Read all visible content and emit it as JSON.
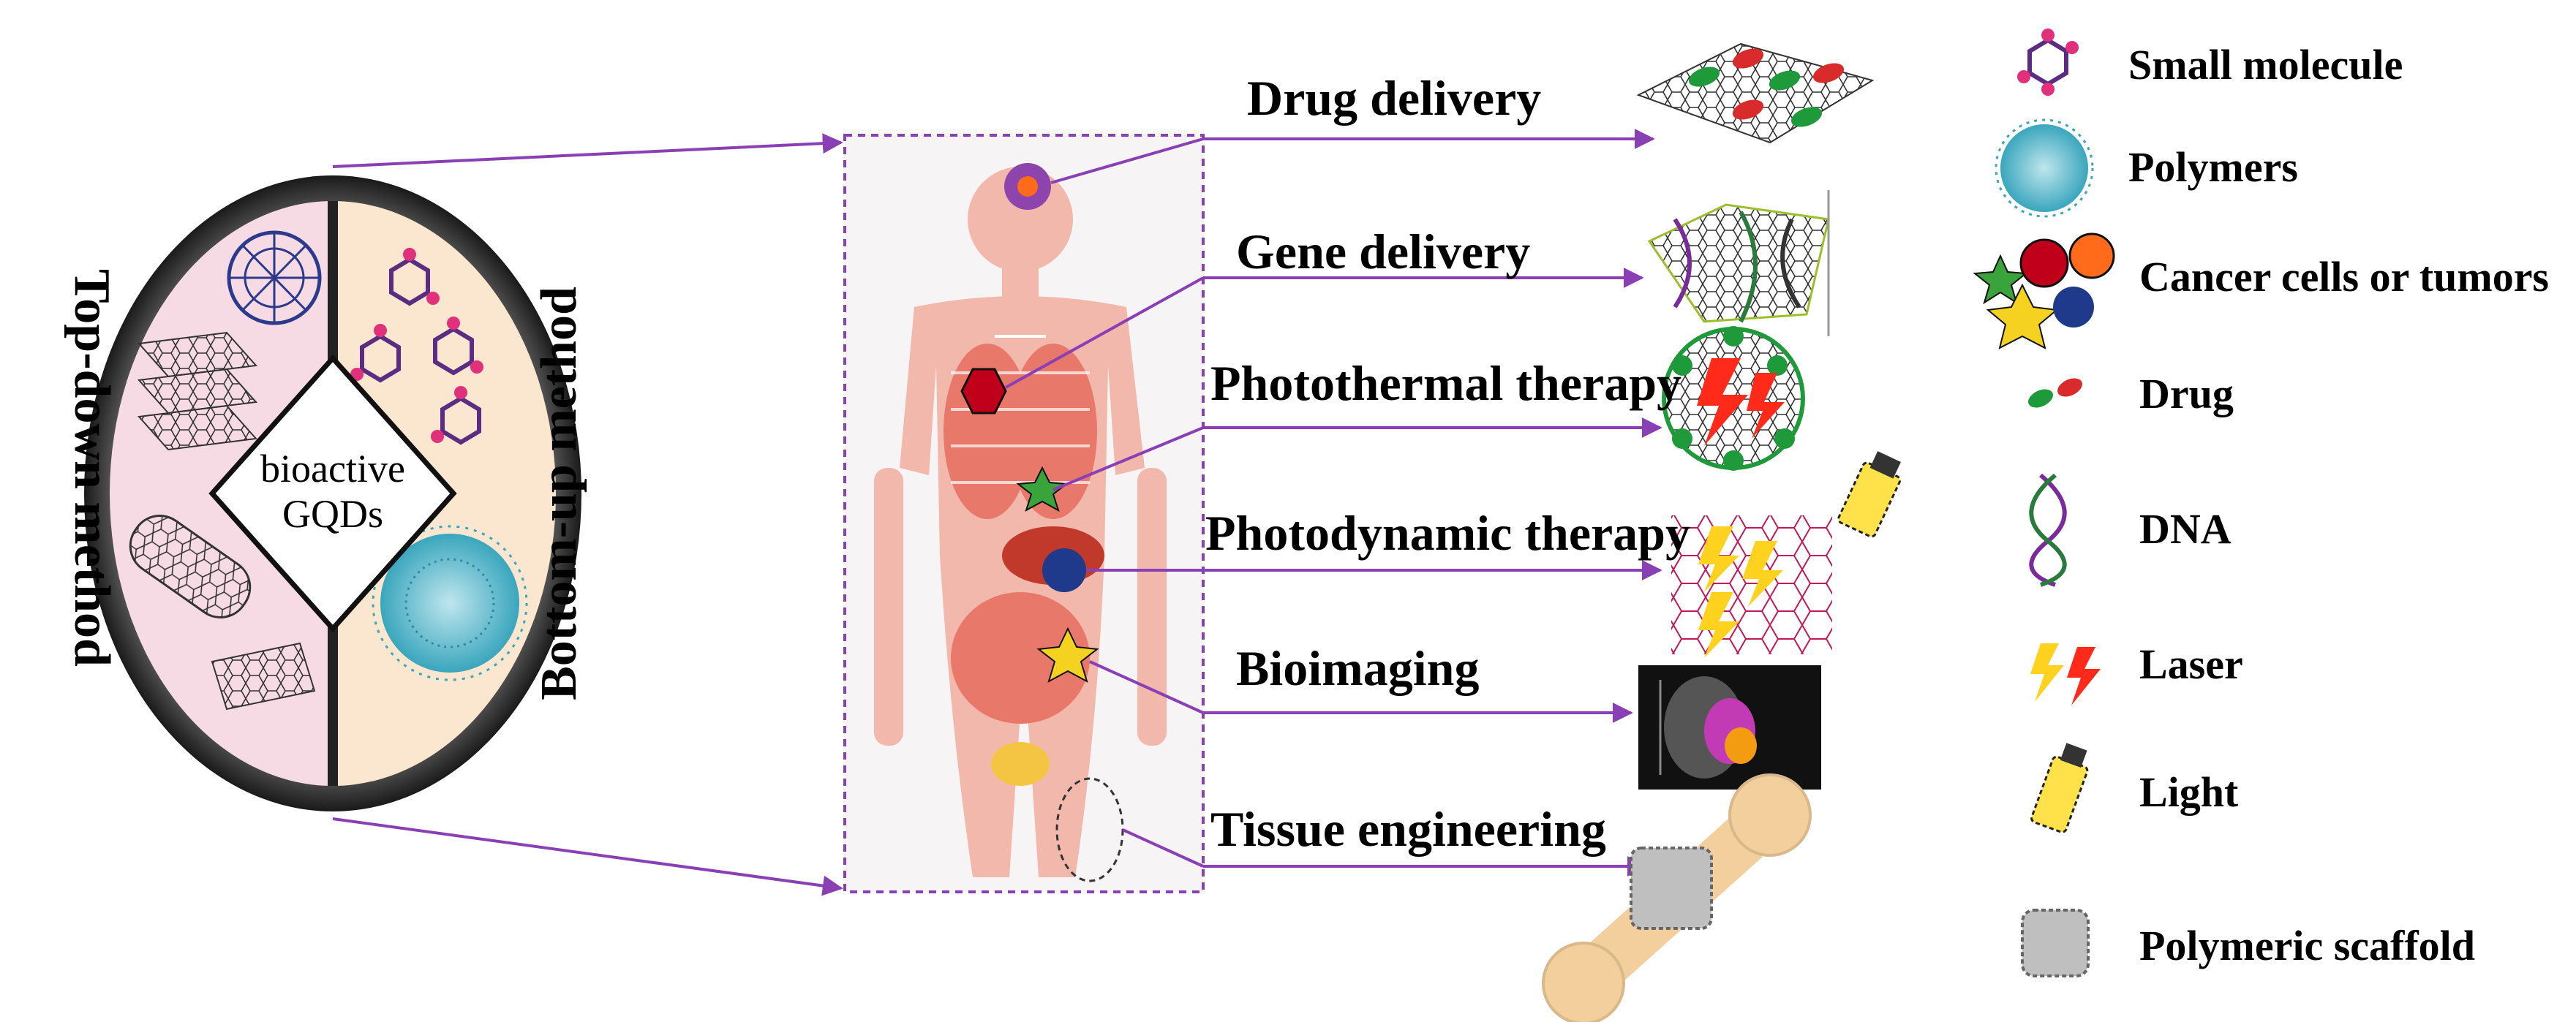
{
  "center": {
    "line1": "bioactive",
    "line2": "GQDs"
  },
  "methods": {
    "top_down": "Top-down method",
    "bottom_up": "Bottom-up method"
  },
  "applications": [
    {
      "label": "Drug delivery"
    },
    {
      "label": "Gene delivery"
    },
    {
      "label": "Photothermal therapy"
    },
    {
      "label": "Photodynamic therapy"
    },
    {
      "label": "Bioimaging"
    },
    {
      "label": "Tissue engineering"
    }
  ],
  "legend": [
    {
      "label": "Small molecule",
      "icon": "small-molecule-icon"
    },
    {
      "label": "Polymers",
      "icon": "polymer-icon"
    },
    {
      "label": "Cancer cells or tumors",
      "icon": "tumor-cells-icon"
    },
    {
      "label": "Drug",
      "icon": "drug-capsule-icon"
    },
    {
      "label": "DNA",
      "icon": "dna-helix-icon"
    },
    {
      "label": "Laser",
      "icon": "laser-bolt-icon"
    },
    {
      "label": "Light",
      "icon": "flashlight-icon"
    },
    {
      "label": "Polymeric scaffold",
      "icon": "scaffold-icon"
    }
  ],
  "colors": {
    "arrow": "#8a3fb5",
    "left_half": "#f7dbe4",
    "right_half": "#fbe6cf",
    "ring": "#2a2a2a",
    "body": "#f2b8ac",
    "organ": "#e8786a"
  }
}
